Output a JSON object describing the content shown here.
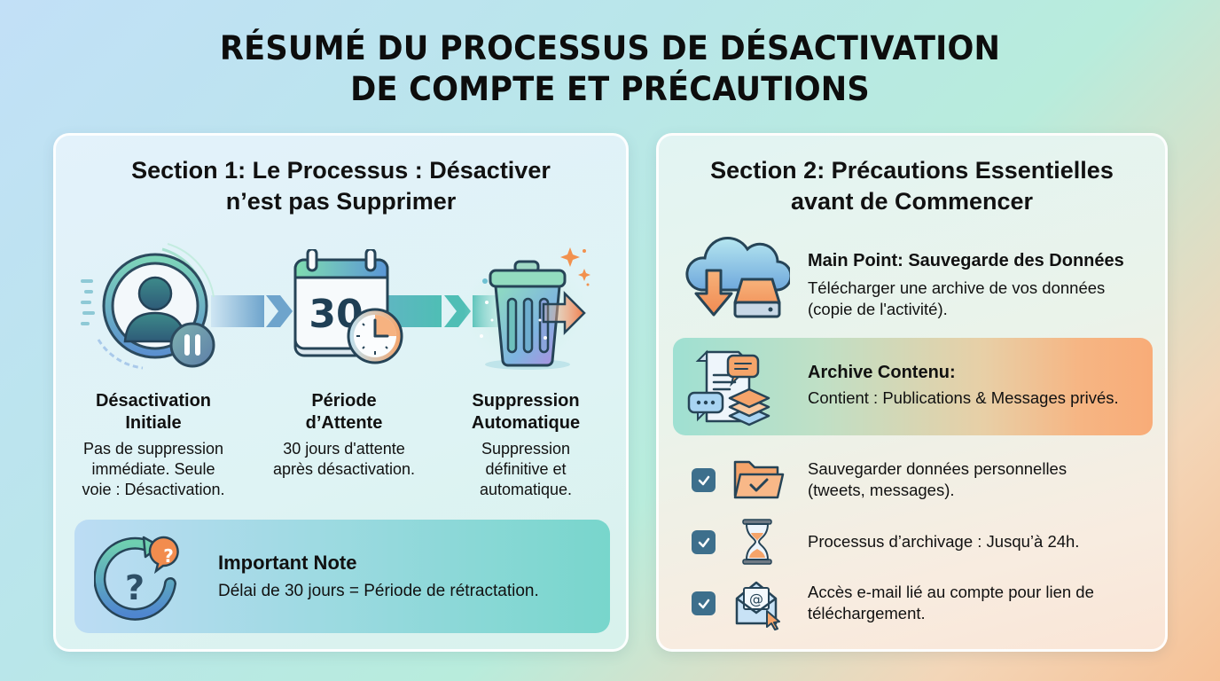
{
  "header": {
    "title_line1": "RÉSUMÉ DU PROCESSUS DE DÉSACTIVATION",
    "title_line2": "DE COMPTE ET PRÉCAUTIONS"
  },
  "section1": {
    "title_line1": "Section 1: Le Processus : Désactiver",
    "title_line2": "n’est pas Supprimer",
    "steps": [
      {
        "icon": "user-pause-icon",
        "title_line1": "Désactivation",
        "title_line2": "Initiale",
        "desc_line1": "Pas de suppression",
        "desc_line2": "immédiate. Seule",
        "desc_line3": "voie : Désactivation."
      },
      {
        "icon": "calendar-clock-icon",
        "calendar_number": "30",
        "title_line1": "Période",
        "title_line2": "d’Attente",
        "desc_line1": "30 jours d'attente",
        "desc_line2": "après désactivation."
      },
      {
        "icon": "trash-delete-icon",
        "title_line1": "Suppression",
        "title_line2": "Automatique",
        "desc_line1": "Suppression",
        "desc_line2": "définitive et",
        "desc_line3": "automatique."
      }
    ],
    "note": {
      "icon": "question-cycle-icon",
      "title": "Important Note",
      "text": "Délai de 30 jours = Période de rétractation."
    }
  },
  "section2": {
    "title_line1": "Section 2: Précautions Essentielles",
    "title_line2": "avant de Commencer",
    "main_point": {
      "icon": "cloud-download-drive-icon",
      "title": "Main Point: Sauvegarde des Données",
      "text_line1": "Télécharger une archive de vos données",
      "text_line2": "(copie de l'activité)."
    },
    "archive": {
      "icon": "document-messages-layers-icon",
      "title": "Archive Contenu:",
      "text": "Contient : Publications & Messages privés."
    },
    "checklist": [
      {
        "checked": true,
        "icon": "folder-check-icon",
        "text_line1": "Sauvegarder données personnelles",
        "text_line2": "(tweets, messages)."
      },
      {
        "checked": true,
        "icon": "hourglass-icon",
        "text_line1": "Processus d’archivage : Jusqu’à 24h.",
        "text_line2": ""
      },
      {
        "checked": true,
        "icon": "email-cursor-icon",
        "text_line1": "Accès e-mail lié au compte pour lien de",
        "text_line2": "téléchargement."
      }
    ]
  },
  "colors": {
    "dark_teal": "#2f5f6e",
    "orange_accent": "#f28c4e",
    "teal_accent": "#4cc2b3",
    "checkbox_blue": "#3d6f8c"
  }
}
